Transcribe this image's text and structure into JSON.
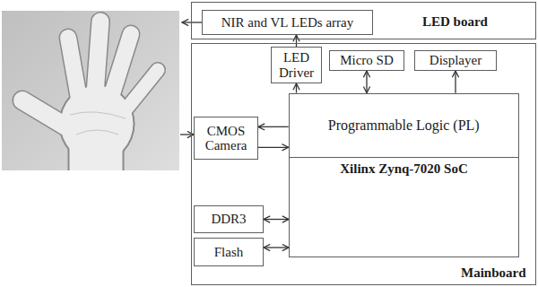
{
  "diagram": {
    "nodes": [
      {
        "text": [
          "LED board"
        ]
      },
      {
        "text": [
          "NIR and VL LEDs array"
        ],
        "in": 0
      },
      {
        "text": [
          "Mainboard"
        ]
      },
      {
        "text": [
          "LED Driver"
        ],
        "in": 2
      },
      {
        "text": [
          "Micro SD"
        ],
        "in": 2
      },
      {
        "text": [
          "Displayer"
        ],
        "in": 2
      },
      {
        "text": [
          "CMOS Camera"
        ],
        "in": 2
      },
      {
        "text": [
          "Xilinx Zynq-7020 SoC"
        ],
        "in": 2
      },
      {
        "text": [
          "Programmable Logic (PL)"
        ],
        "in": 7
      },
      {
        "text": [
          "DDR3"
        ],
        "in": 2
      },
      {
        "text": [
          "Flash"
        ],
        "in": 2
      }
    ],
    "edges": [
      {
        "from": 3,
        "to": 1,
        "arrow": "to"
      },
      {
        "from": 8,
        "to": 3,
        "arrow": "to"
      },
      {
        "from": 8,
        "to": 4,
        "arrow": "both"
      },
      {
        "from": 8,
        "to": 5,
        "arrow": "to"
      },
      {
        "from": 8,
        "to": 6,
        "arrow": "to"
      },
      {
        "from": 6,
        "to": 8,
        "arrow": "to"
      },
      {
        "from": 9,
        "to": 7,
        "arrow": "both"
      },
      {
        "from": 10,
        "to": 7,
        "arrow": "both"
      }
    ]
  }
}
